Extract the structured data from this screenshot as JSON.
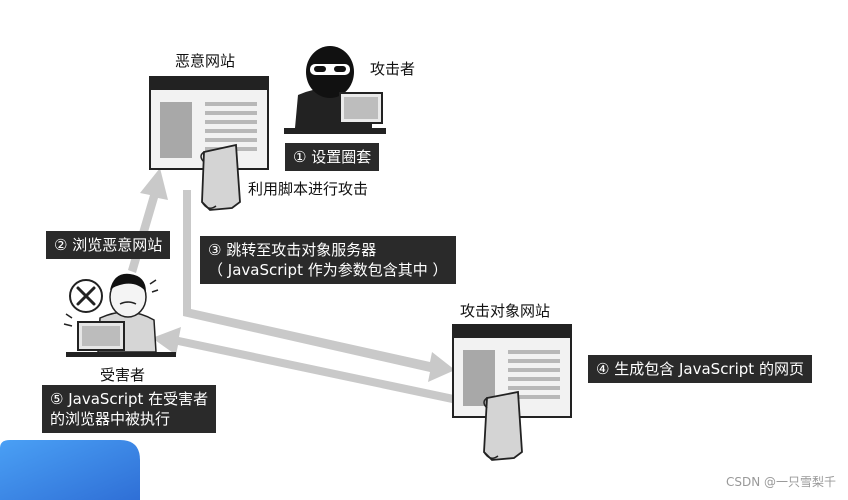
{
  "labels": {
    "malicious_site": "恶意网站",
    "attacker": "攻击者",
    "victim": "受害者",
    "target_site": "攻击对象网站",
    "script_note": "利用脚本进行攻击"
  },
  "steps": {
    "step1": "① 设置圈套",
    "step2": "② 浏览恶意网站",
    "step3_line1": "③ 跳转至攻击对象服务器",
    "step3_line2": "（ JavaScript 作为参数包含其中 ）",
    "step4": "④ 生成包含 JavaScript 的网页",
    "step5_line1": "⑤ JavaScript 在受害者",
    "step5_line2": "的浏览器中被执行"
  },
  "watermark": "CSDN @一只雪梨千",
  "colors": {
    "arrow": "#c9c9c9",
    "box": "#2a2a2a",
    "accent": "#3a86e8"
  }
}
